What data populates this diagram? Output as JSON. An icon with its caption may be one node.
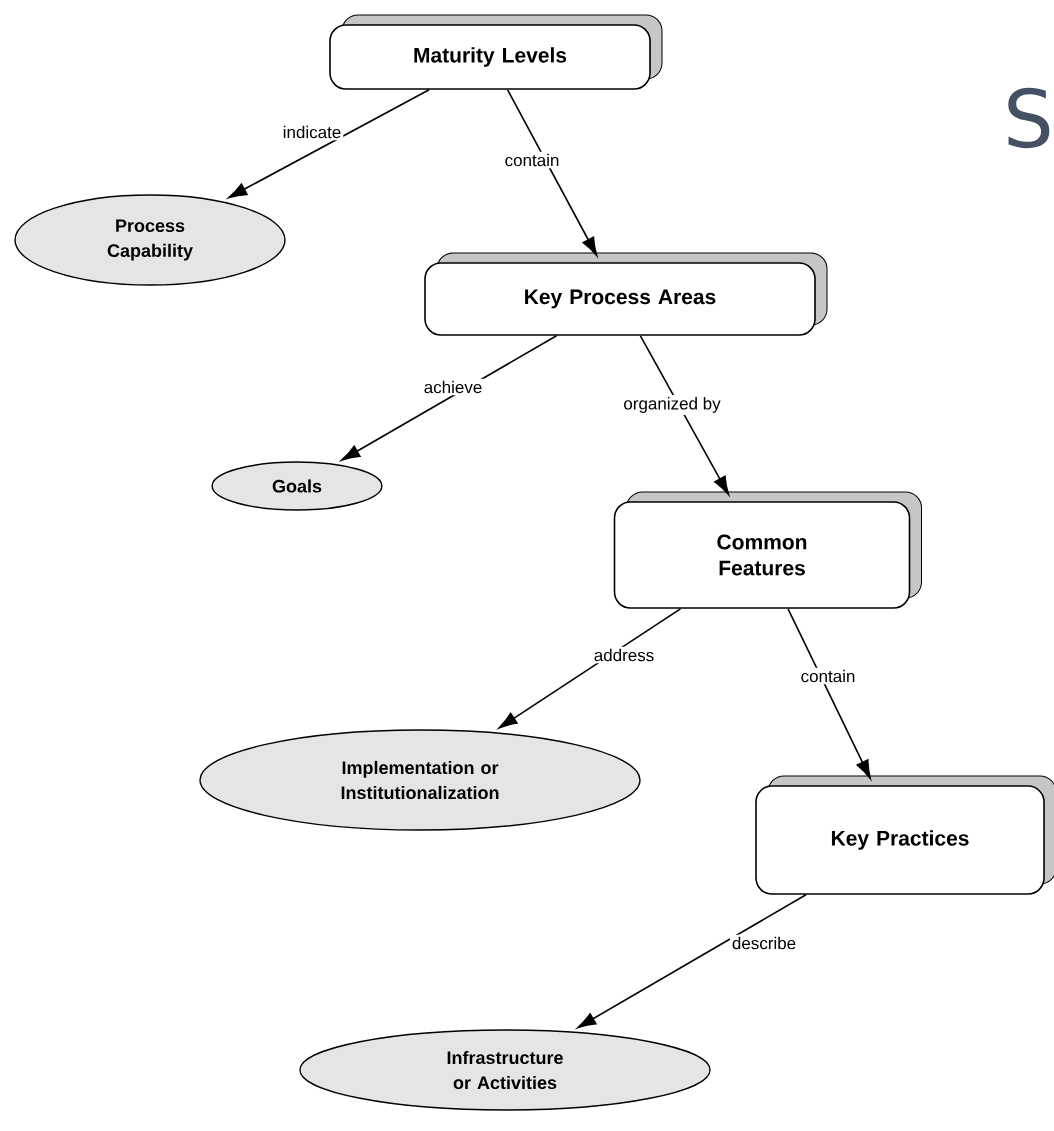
{
  "diagram": {
    "nodes": [
      {
        "text": [
          "Maturity Levels"
        ]
      },
      {
        "text": [
          "Process Capability"
        ]
      },
      {
        "text": [
          "Key Process Areas"
        ]
      },
      {
        "text": [
          "Goals"
        ]
      },
      {
        "text": [
          "Common Features"
        ]
      },
      {
        "text": [
          "Implementation or Institutionalization"
        ]
      },
      {
        "text": [
          "Key Practices"
        ]
      },
      {
        "text": [
          "Infrastructure or Activities"
        ]
      }
    ],
    "edges": [
      {
        "from": 0,
        "to": 1,
        "arrow": "to",
        "label": "indicate"
      },
      {
        "from": 0,
        "to": 2,
        "arrow": "to",
        "label": "contain"
      },
      {
        "from": 2,
        "to": 3,
        "arrow": "to",
        "label": "achieve"
      },
      {
        "from": 2,
        "to": 4,
        "arrow": "to",
        "label": "organized by"
      },
      {
        "from": 4,
        "to": 5,
        "arrow": "to",
        "label": "address"
      },
      {
        "from": 4,
        "to": 6,
        "arrow": "to",
        "label": "contain"
      },
      {
        "from": 6,
        "to": 7,
        "arrow": "to",
        "label": "describe"
      }
    ],
    "labels": [
      "S"
    ]
  }
}
